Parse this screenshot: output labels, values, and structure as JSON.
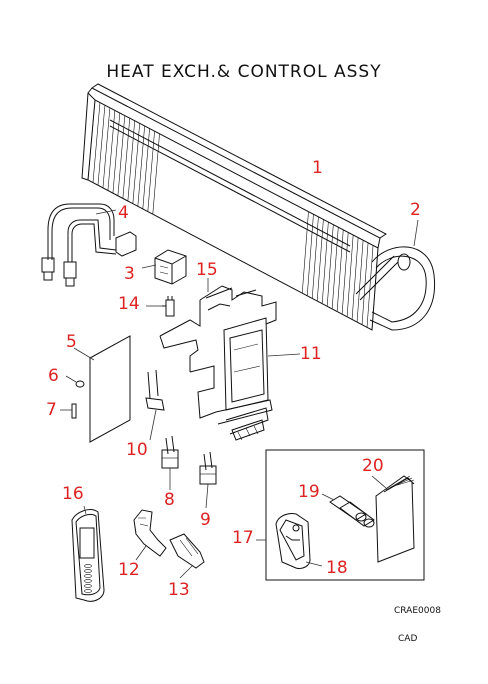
{
  "title": "HEAT EXCH.& CONTROL ASSY",
  "drawing_code": "CRAE0008",
  "cad_label": "CAD",
  "part_numbers": [
    "1",
    "2",
    "3",
    "4",
    "5",
    "6",
    "7",
    "8",
    "9",
    "10",
    "11",
    "12",
    "13",
    "14",
    "15",
    "16",
    "17",
    "18",
    "19",
    "20"
  ]
}
